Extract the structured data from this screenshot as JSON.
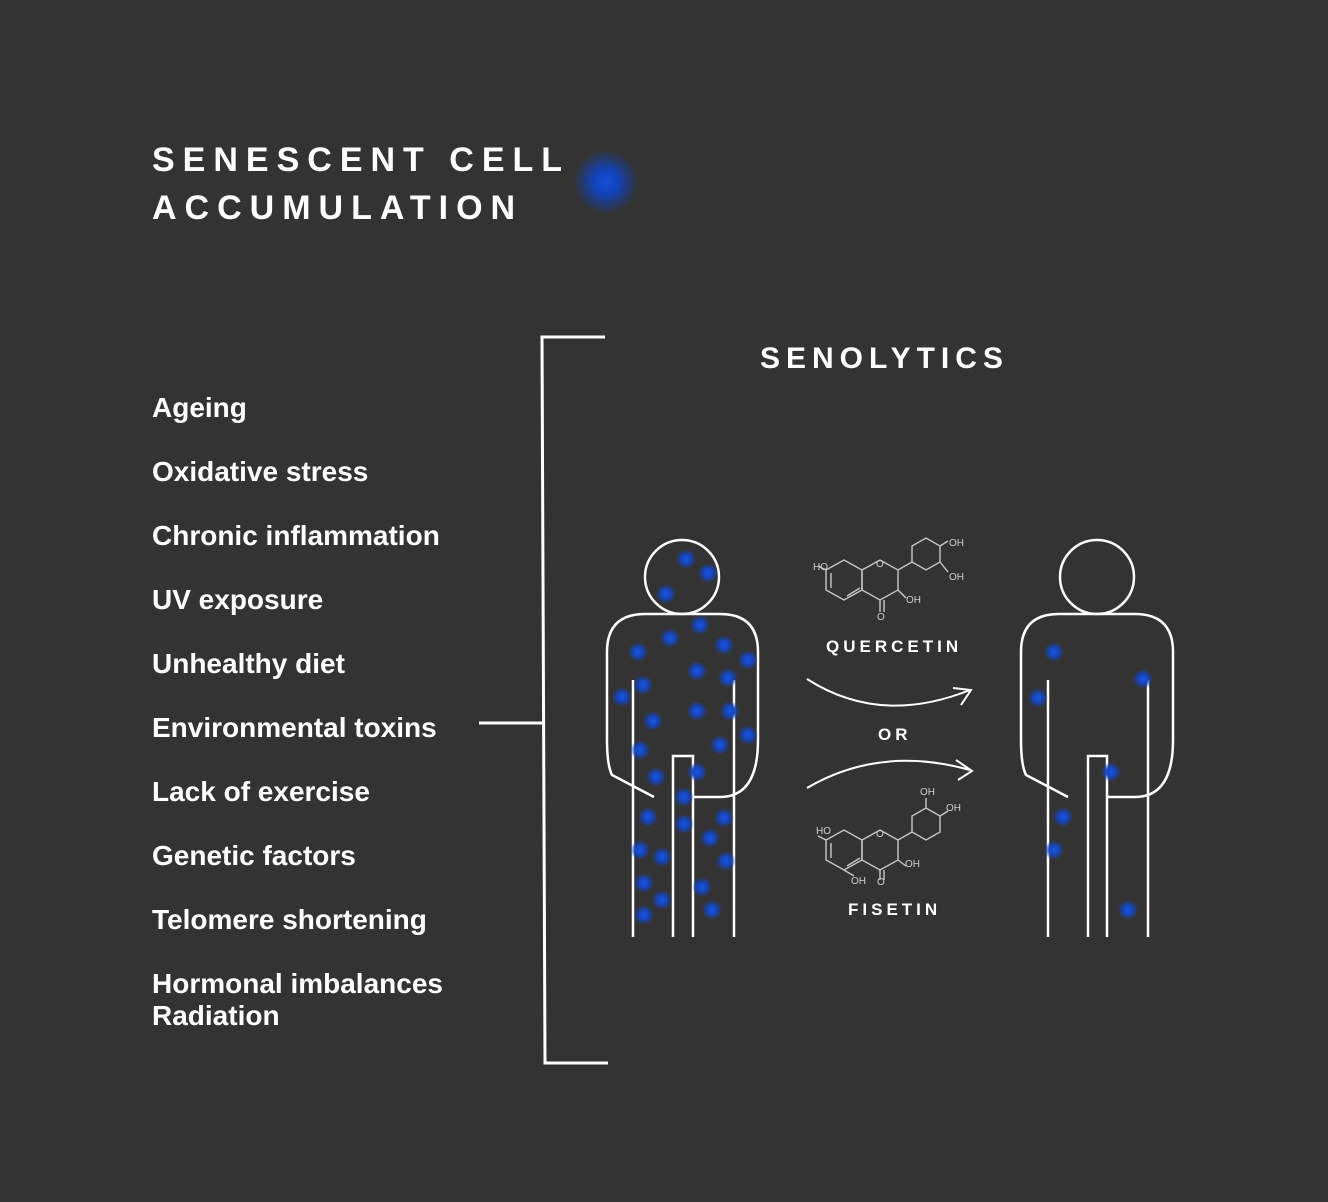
{
  "title": {
    "line1": "SENESCENT CELL",
    "line2": "ACCUMULATION"
  },
  "factors": [
    "Ageing",
    "Oxidative stress",
    "Chronic inflammation",
    "UV exposure",
    "Unhealthy diet",
    "Environmental toxins",
    "Lack of exercise",
    "Genetic factors",
    "Telomere shortening"
  ],
  "factors_last": {
    "line1": "Hormonal imbalances",
    "line2": "Radiation"
  },
  "senolytics": "SENOLYTICS",
  "quercetin": {
    "name": "QUERCETIN",
    "groups": {
      "ho": "HO",
      "oh_top": "OH",
      "oh_right": "OH",
      "oh_bottom": "OH",
      "o_ring": "O",
      "o_carbonyl": "O"
    }
  },
  "or_label": "OR",
  "fisetin": {
    "name": "FISETIN",
    "groups": {
      "ho": "HO",
      "oh_top": "OH",
      "oh_right": "OH",
      "oh_bottom": "OH",
      "oh_lower": "OH",
      "o_ring": "O",
      "o_carbonyl": "O"
    }
  },
  "colors": {
    "background": "#333333",
    "line": "#ffffff",
    "cell": "#1448d0"
  }
}
